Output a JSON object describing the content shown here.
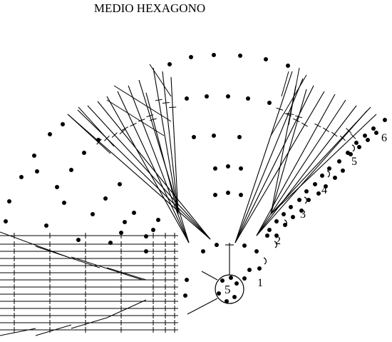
{
  "title": "MEDIO HEXAGONO",
  "center_label": "5",
  "round_labels": [
    "1",
    "2",
    "3",
    "4",
    "5",
    "6"
  ],
  "stroke_color": "#000000",
  "background": "#ffffff",
  "stitch_symbols": [
    "chain-dot",
    "double-crochet-post",
    "ring",
    "picot-arc"
  ]
}
